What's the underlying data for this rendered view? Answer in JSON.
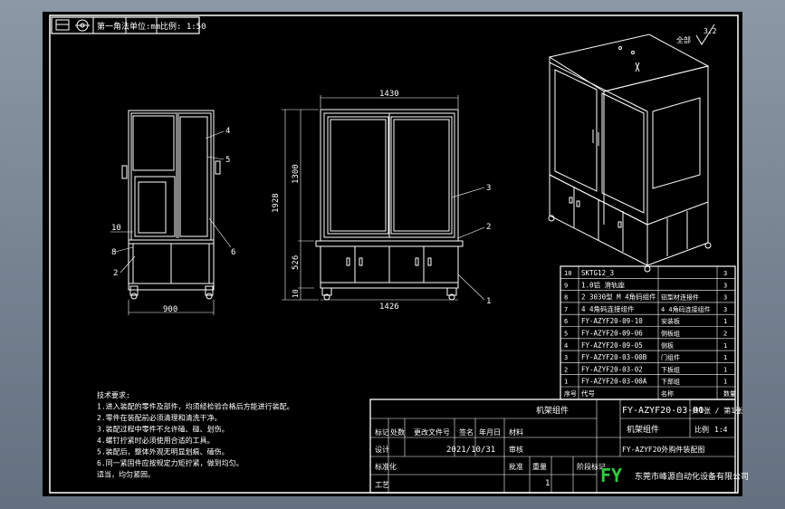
{
  "title_bar": {
    "cells": [
      "第一角法",
      "单位:mm",
      "比例: 1:50"
    ]
  },
  "dimensions": {
    "side_width": "900",
    "front_top": "1430",
    "front_bottom": "1426",
    "front_height_total": "1928",
    "front_height_upper": "1300",
    "front_height_cabinet": "526",
    "front_height_base": "10"
  },
  "balloons": {
    "side": [
      "4",
      "5",
      "6",
      "10",
      "8",
      "2"
    ],
    "front": [
      "3",
      "2",
      "1"
    ]
  },
  "iso_note": "全部",
  "roughness": "3.2",
  "bom": [
    {
      "no": "10",
      "code": "SKTG12_3",
      "name": "",
      "qty": "3"
    },
    {
      "no": "9",
      "code": "1.0铝 滑轨座",
      "name": "",
      "qty": "3"
    },
    {
      "no": "8",
      "code": "2 3030型 M 4角码组件",
      "name": "铝型材连接件",
      "qty": "3"
    },
    {
      "no": "7",
      "code": "4 4角码连接组件",
      "name": "4 4角码连接组件",
      "qty": "3"
    },
    {
      "no": "6",
      "code": "FY-AZYF20-09-10",
      "name": "安装板",
      "qty": "1"
    },
    {
      "no": "5",
      "code": "FY-AZYF20-09-06",
      "name": "侧板组",
      "qty": "2"
    },
    {
      "no": "4",
      "code": "FY-AZYF20-09-05",
      "name": "侧板",
      "qty": "1"
    },
    {
      "no": "3",
      "code": "FY-AZYF20-03-00B",
      "name": "门组件",
      "qty": "1"
    },
    {
      "no": "2",
      "code": "FY-AZYF20-03-02",
      "name": "下板组",
      "qty": "1"
    },
    {
      "no": "1",
      "code": "FY-AZYF20-03-00A",
      "name": "下部组",
      "qty": "1"
    }
  ],
  "bom_header": {
    "no": "序号",
    "code": "代号",
    "name": "名称",
    "qty": "数量"
  },
  "tech_req": [
    "技术要求:",
    "1.进入装配的零件及部件，均须经检验合格后方能进行装配。",
    "2.零件在装配前必须清理和清洗干净。",
    "3.装配过程中零件不允许磕、碰、划伤。",
    "4.螺钉拧紧时必须使用合适的工具。",
    "5.装配后，整体外观无明显划痕、磕伤。",
    "6.同一紧固件应按规定力矩拧紧，做到均匀。",
    "适当，均匀紧固。"
  ],
  "title_block": {
    "drawing_no": "FY-AZYF20-03-00",
    "part_name": "机架组件",
    "material_label": "材料",
    "sheet_label": "共1张 / 第1张",
    "scale_label": "比例",
    "scale_value": "1:4",
    "project": "FY-AZYF20外购件装配图",
    "company": "东莞市峰源自动化设备有限公司",
    "logo": "FY",
    "date": "2021/10/31",
    "designed": "设计",
    "checked": "审核",
    "approved": "批准",
    "standard": "标准化",
    "process": "工艺",
    "mark": "标记",
    "count": "处数",
    "change_no": "更改文件号",
    "sign": "签名",
    "ymd": "年月日",
    "weight": "重量",
    "weight_value": "1",
    "stage": "阶段标记"
  }
}
